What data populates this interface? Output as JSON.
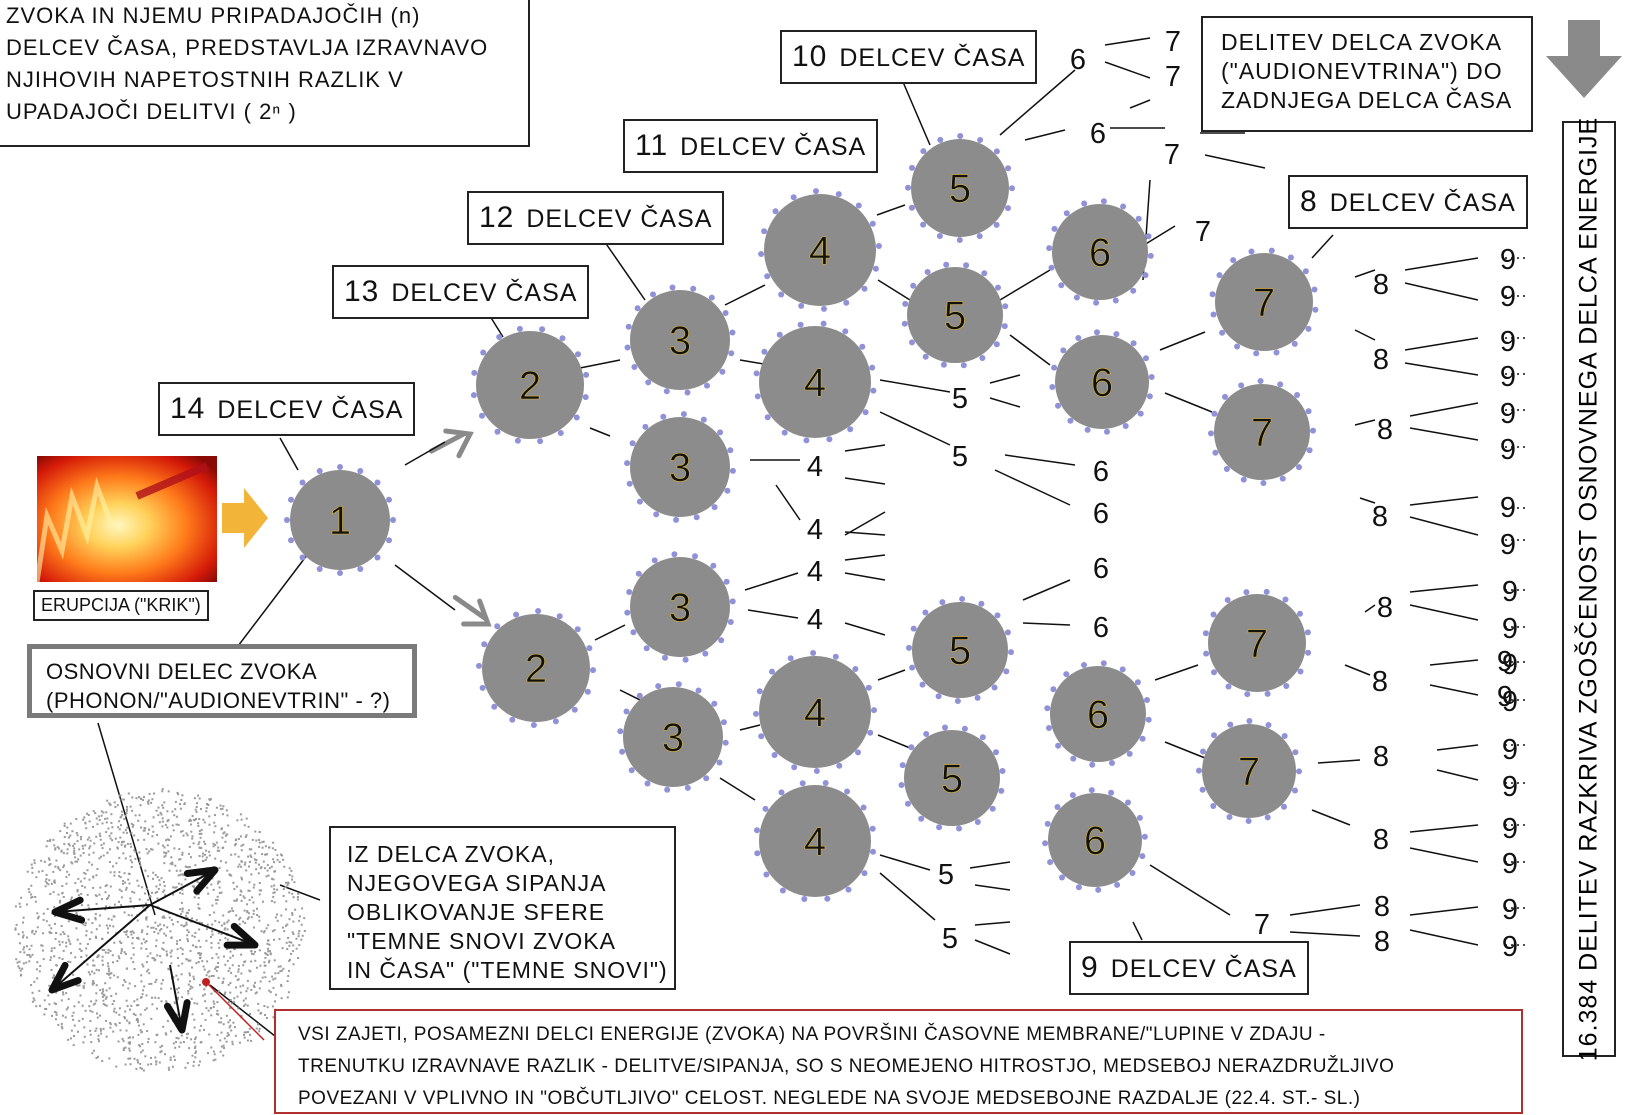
{
  "intro_lines": [
    "ZVOKA IN NJEMU PRIPADAJOČIH (n)",
    "DELCEV ČASA, PREDSTAVLJA IZRAVNAVO",
    "NJIHOVIH NAPETOSTNIH RAZLIK V",
    "UPADAJOČI DELITVI ( 2ⁿ )"
  ],
  "time_labels": {
    "t14": {
      "num": "14",
      "text": "DELCEV ČASA"
    },
    "t13": {
      "num": "13",
      "text": "DELCEV ČASA"
    },
    "t12": {
      "num": "12",
      "text": "DELCEV ČASA"
    },
    "t11": {
      "num": "11",
      "text": "DELCEV ČASA"
    },
    "t10": {
      "num": "10",
      "text": "DELCEV ČASA"
    },
    "t9": {
      "num": "9",
      "text": "DELCEV ČASA"
    },
    "t8": {
      "num": "8",
      "text": "DELCEV ČASA"
    }
  },
  "division_note_lines": [
    "DELITEV DELCA ZVOKA",
    "(\"AUDIONEVTRINA\") DO",
    "ZADNJEGA DELCA ČASA"
  ],
  "eruption_label": "ERUPCIJA (\"KRIK\")",
  "basic_particle_lines": [
    "OSNOVNI DELEC ZVOKA",
    "(PHONON/\"AUDIONEVTRIN\" - ?)"
  ],
  "sphere_note_lines": [
    "IZ DELCA ZVOKA,",
    "NJEGOVEGA SIPANJA",
    "OBLIKOVANJE SFERE",
    "\"TEMNE SNOVI ZVOKA",
    "IN ČASA\" (\"TEMNE SNOVI\")"
  ],
  "bottom_note_lines": [
    "VSI ZAJETI, POSAMEZNI DELCI ENERGIJE (ZVOKA) NA POVRŠINI ČASOVNE MEMBRANE/\"LUPINE V ZDAJU -",
    "TRENUTKU IZRAVNAVE RAZLIK - DELITVE/SIPANJA, SO S NEOMEJENO HITROSTJO, MEDSEBOJ NERAZDRUŽLJIVO",
    "POVEZANI V VPLIVNO IN \"OBČUTLJIVO\" CELOST. NEGLEDE NA SVOJE MEDSEBOJNE RAZDALJE (22.4. ST.- SL.)"
  ],
  "vertical_note": "16.384 DELITEV RAZKRIVA ZGOŠČENOST OSNOVNEGA DELCA ENERGIJE",
  "particles": [
    "1",
    "2",
    "2",
    "3",
    "3",
    "3",
    "3",
    "4",
    "4",
    "4",
    "4",
    "5",
    "5",
    "5",
    "5",
    "6",
    "6",
    "6",
    "6",
    "7",
    "7",
    "7",
    "7"
  ],
  "small_numbers": [
    "4",
    "4",
    "4",
    "4",
    "5",
    "5",
    "5",
    "5",
    "6",
    "6",
    "6",
    "6",
    "6",
    "6",
    "7",
    "7",
    "7",
    "7",
    "7",
    "8",
    "8",
    "8",
    "8",
    "8",
    "8",
    "8",
    "8",
    "8",
    "8",
    "9",
    "9",
    "9",
    "9",
    "9",
    "9",
    "9",
    "9",
    "9",
    "9",
    "9",
    "9",
    "9",
    "9",
    "9",
    "9",
    "9",
    "9",
    "9",
    "9"
  ],
  "colors": {
    "particle_fill": "#8c8c8c",
    "particle_dots": "#8f92d6",
    "arrow_gray": "#8a8a8a",
    "arrow_orange": "#f2b53a",
    "bottom_border": "#b03030"
  }
}
